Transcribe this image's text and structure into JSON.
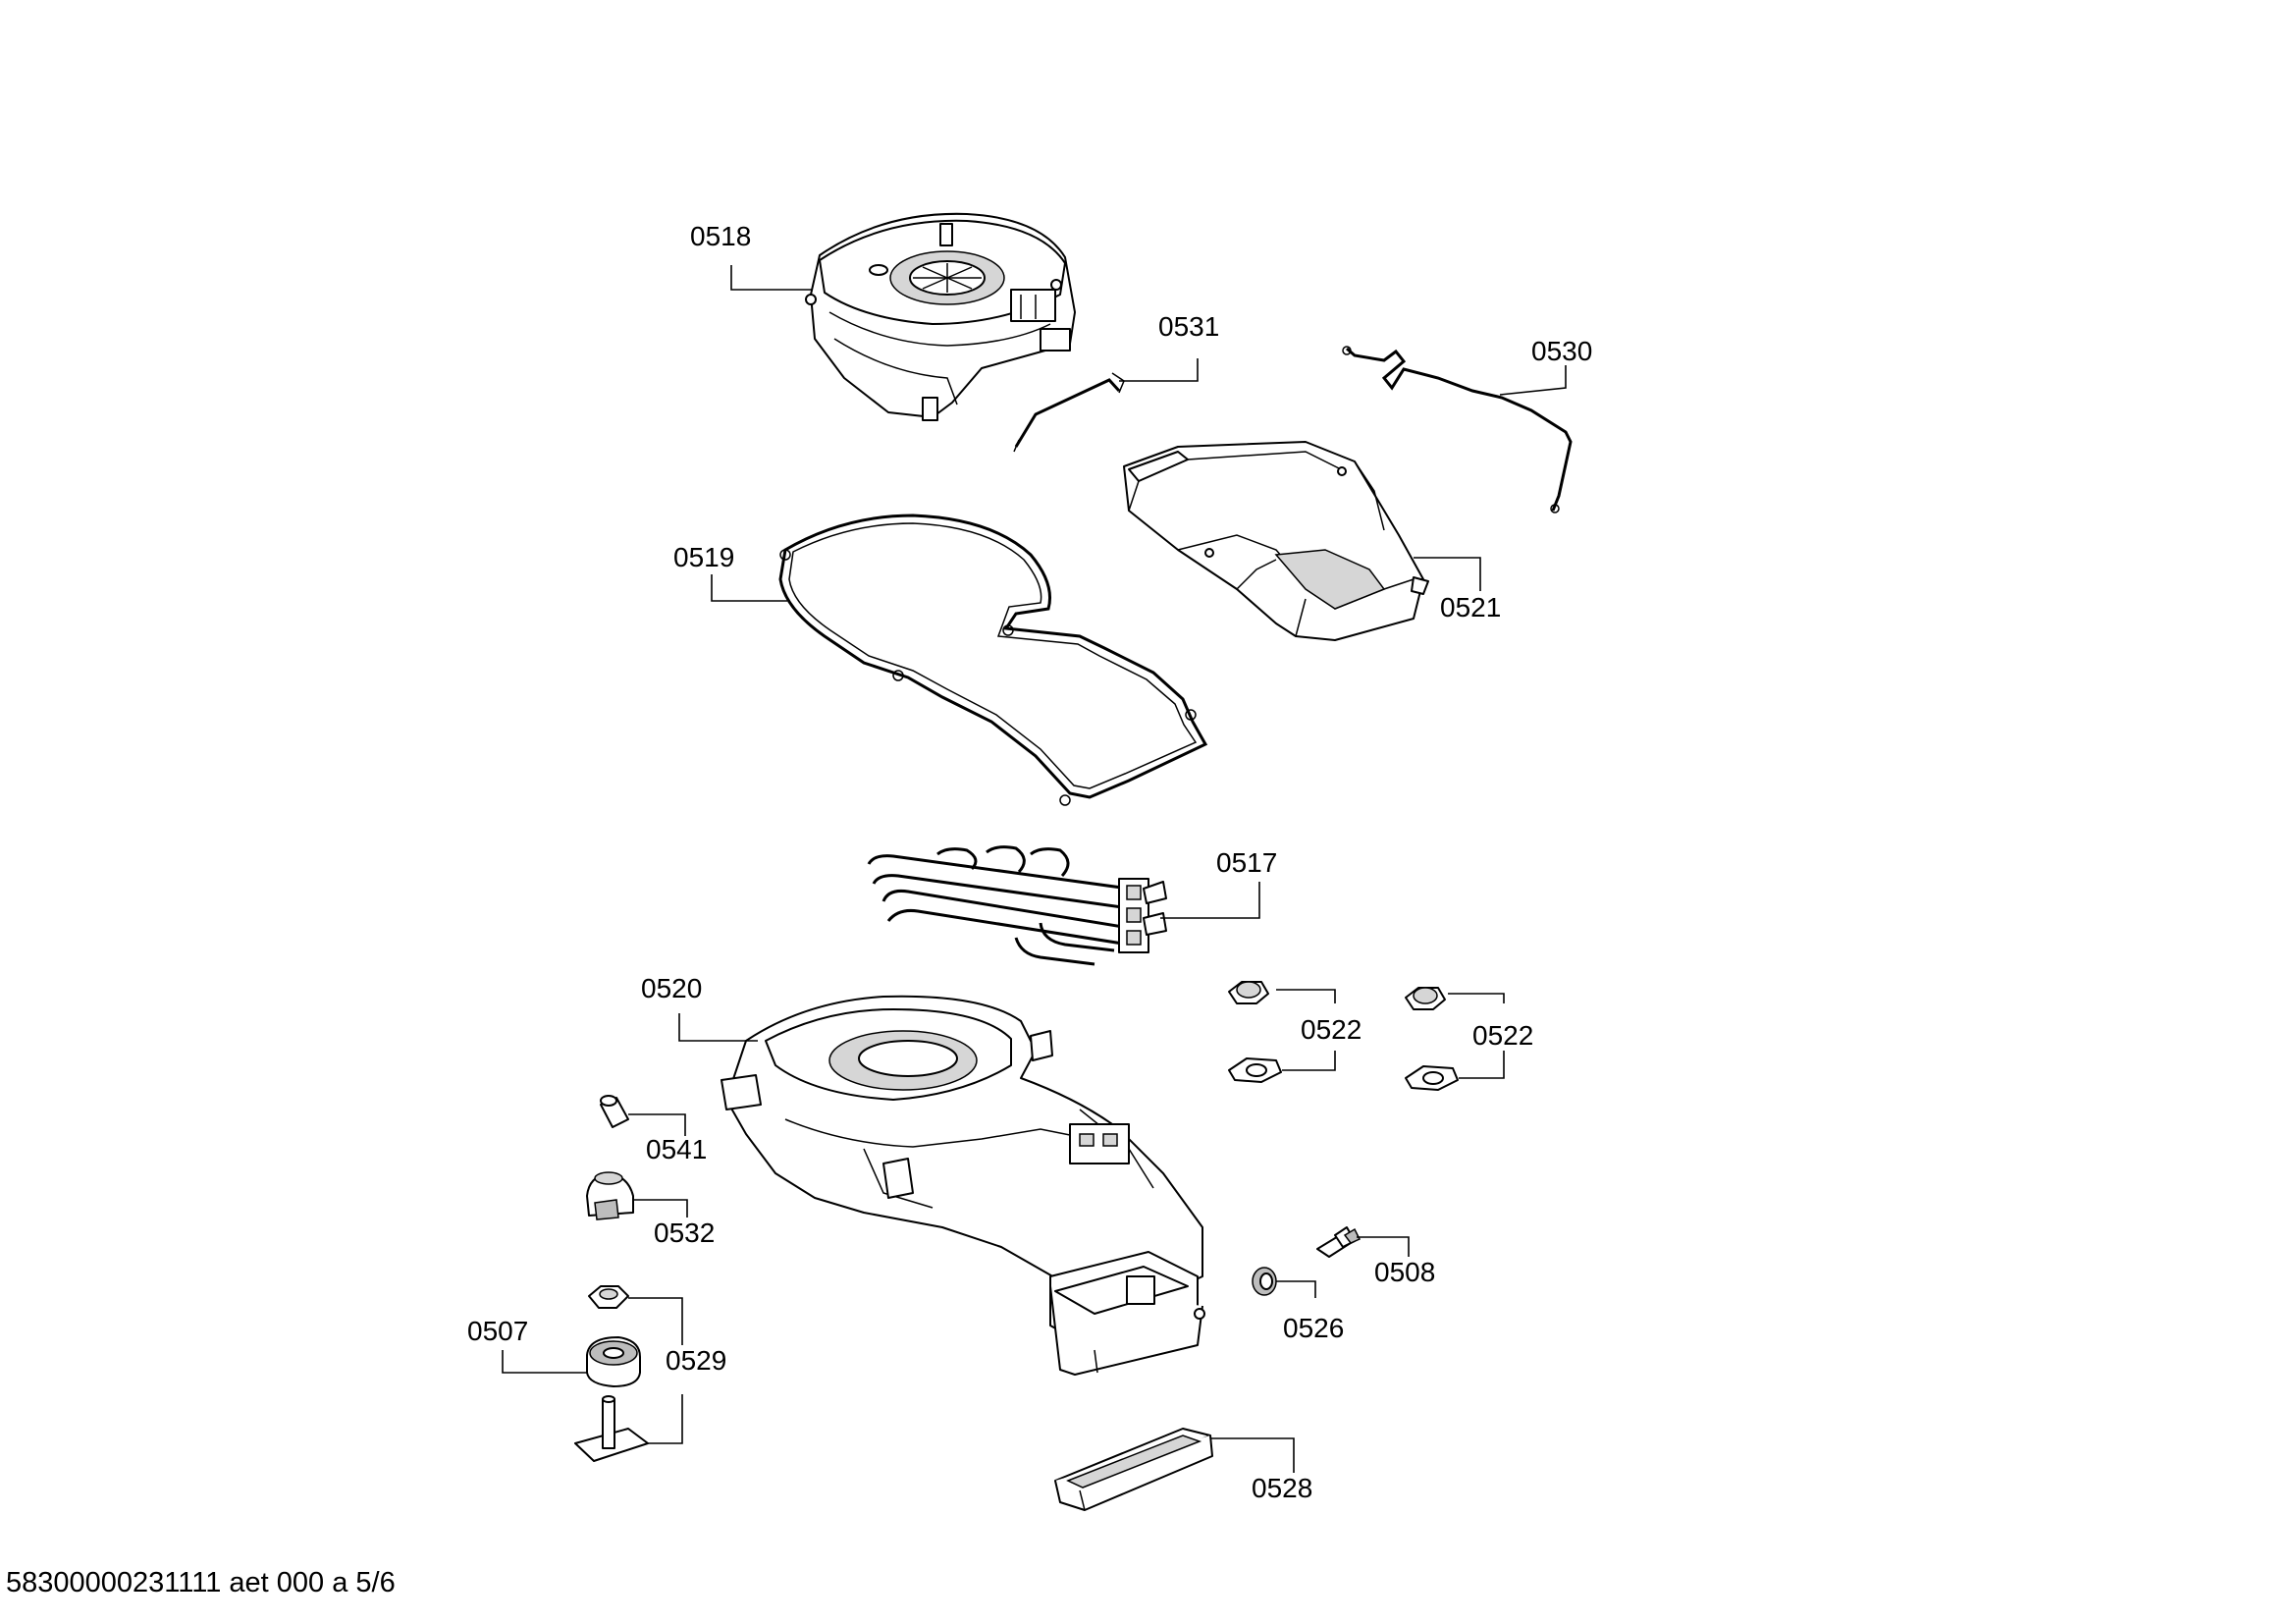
{
  "labels": {
    "p0518": "0518",
    "p0531": "0531",
    "p0530": "0530",
    "p0519": "0519",
    "p0521": "0521",
    "p0517": "0517",
    "p0520": "0520",
    "p0522a": "0522",
    "p0522b": "0522",
    "p0541": "0541",
    "p0532": "0532",
    "p0508": "0508",
    "p0526": "0526",
    "p0507": "0507",
    "p0529": "0529",
    "p0528": "0528"
  },
  "footer": "58300000231111 aet 000 a 5/6"
}
